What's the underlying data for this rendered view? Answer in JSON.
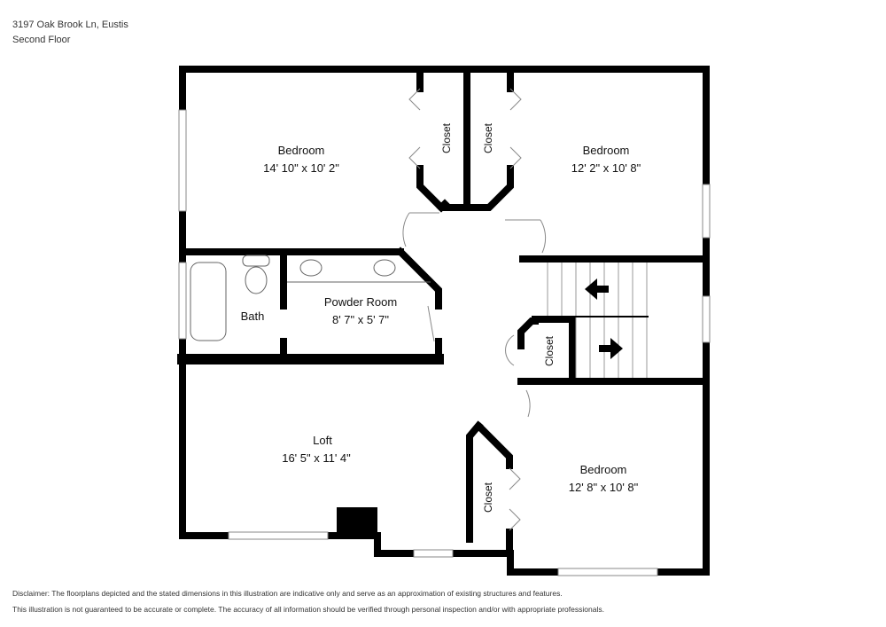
{
  "header": {
    "address": "3197 Oak Brook Ln, Eustis",
    "floor": "Second Floor"
  },
  "rooms": [
    {
      "id": "bedroom1",
      "name": "Bedroom",
      "dims": "14' 10\" x 10' 2\""
    },
    {
      "id": "bedroom2",
      "name": "Bedroom",
      "dims": "12' 2\" x 10' 8\""
    },
    {
      "id": "powder",
      "name": "Powder Room",
      "dims": "8' 7\" x 5' 7\""
    },
    {
      "id": "bath",
      "name": "Bath",
      "dims": ""
    },
    {
      "id": "loft",
      "name": "Loft",
      "dims": "16' 5\" x 11' 4\""
    },
    {
      "id": "bedroom3",
      "name": "Bedroom",
      "dims": "12' 8\" x 10' 8\""
    }
  ],
  "closets": [
    "Closet",
    "Closet",
    "Closet",
    "Closet"
  ],
  "stairs": {
    "up_arrow": "arrow-left",
    "down_arrow": "arrow-right"
  },
  "disclaimer": {
    "line1": "Disclaimer: The floorplans depicted and the stated dimensions in this illustration are indicative only and serve as an approximation of existing structures and features.",
    "line2": "This illustration is not guaranteed to be accurate or complete. The accuracy of all information should be verified through personal inspection and/or with appropriate professionals."
  },
  "colors": {
    "wall": "#000000",
    "window": "#ffffff",
    "fixture": "#888888"
  }
}
